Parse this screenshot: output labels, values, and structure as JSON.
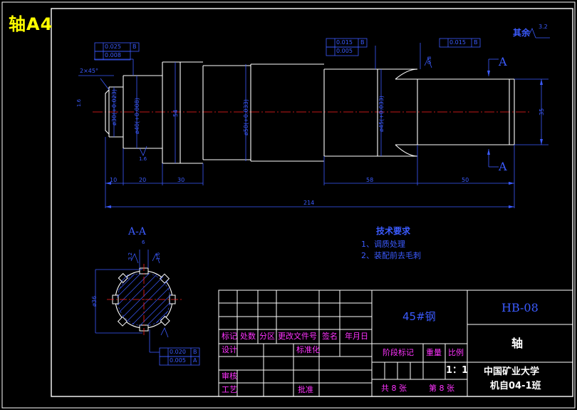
{
  "sheet": {
    "title": "轴A4"
  },
  "surface": {
    "rest_label": "其余",
    "roughness": "3.2"
  },
  "section_marks": {
    "top": "A",
    "bottom": "A",
    "section_view": "A-A"
  },
  "tolerance_frames": {
    "left_1": "0.025",
    "left_1_ref": "B",
    "left_2": "0.008",
    "mid_1": "0.015",
    "mid_1_ref": "B",
    "mid_2": "0.005",
    "right_1": "0.015",
    "right_1_ref": "B",
    "section_1": "0.020",
    "section_1_ref": "B",
    "section_2": "0.005",
    "section_2_ref": "A"
  },
  "dimensions": {
    "chamfer": "2×45°",
    "d1": "ø30(+0.023)",
    "d2": "ø40(+0.008)",
    "d3": "54",
    "d4": "ø50(+0.033)",
    "d5": "ø45(+0.033)",
    "d6": "35",
    "r1": "1.6",
    "r2": "0.8",
    "r3": "1.6",
    "len_10": "10",
    "len_20": "20",
    "len_30": "30",
    "len_58": "58",
    "len_50": "50",
    "total": "214",
    "sec_d": "ø36",
    "sec_r1": "3.2",
    "sec_r2": "1.6",
    "sec_w": "6"
  },
  "tech_requirements": {
    "title": "技术要求",
    "item1": "1、调质处理",
    "item2": "2、装配前去毛刺"
  },
  "title_block": {
    "material": "45#钢",
    "drawing_no": "HB-08",
    "part_name": "轴",
    "h_mark": "标记",
    "h_count": "处数",
    "h_zone": "分区",
    "h_docno": "更改文件号",
    "h_sign": "签名",
    "h_date": "年月日",
    "design": "设计",
    "std": "标准化",
    "review": "审核",
    "process": "工艺",
    "approve": "批准",
    "stage": "阶段标记",
    "weight": "重量",
    "scale_label": "比例",
    "scale": "1：1",
    "total_sheets": "共 8 张",
    "sheet_no": "第 8 张",
    "school": "中国矿业大学",
    "class": "机自04-1班"
  }
}
